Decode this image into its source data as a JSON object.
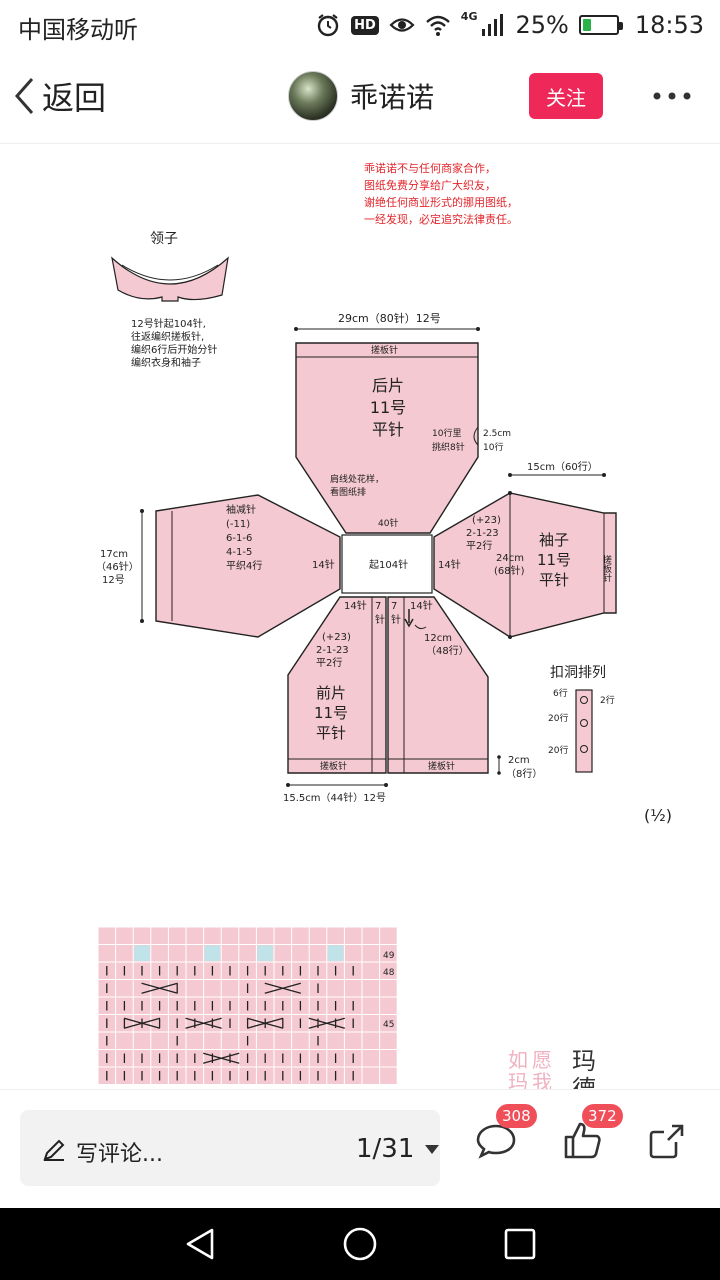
{
  "status_bar": {
    "carrier": "中国移动听",
    "hd_label": "HD",
    "network_label": "4G",
    "battery_level": 0.25,
    "battery_text": "25%",
    "time": "18:53",
    "icons": [
      "alarm-icon",
      "hd-icon",
      "eye-icon",
      "wifi-icon",
      "signal-icon",
      "battery-icon"
    ]
  },
  "nav": {
    "back_label": "返回",
    "author_name": "乖诺诺",
    "follow_label": "关注",
    "more_icon": "more-dots-icon"
  },
  "diagram": {
    "notice": [
      "乖诺诺不与任何商家合作，",
      "图纸免费分享给广大织友，",
      "谢绝任何商业形式的挪用图纸，",
      "一经发现，必定追究法律责任。"
    ],
    "collar_title": "领子",
    "collar_notes": [
      "12号针起104针,",
      "往返编织搓板针,",
      "编织6行后开始分针",
      "编织衣身和袖子"
    ],
    "back_width": "29cm（80针）12号",
    "back_band": "搓板针",
    "back_title": [
      "后片",
      "11号",
      "平针"
    ],
    "back_side_note": [
      "10行里",
      "挑织8针"
    ],
    "back_side_measure": [
      "2.5cm",
      "10行"
    ],
    "back_shoulder_note": [
      "肩线处花样，",
      "看图纸排"
    ],
    "back_bottom": "40针",
    "center_label": "起104针",
    "sleeve_top_width": "15cm（60行）",
    "left_sleeve_dec": [
      "袖减针",
      "(-11)",
      "6-1-6",
      "4-1-5",
      "平织4行"
    ],
    "left_sleeve_height": [
      "17cm",
      "（46针）",
      "12号"
    ],
    "joint_14": "14针",
    "right_sleeve_inc": [
      "(+23)",
      "2-1-23",
      "平2行"
    ],
    "right_sleeve_measure": [
      "24cm",
      "(68针)"
    ],
    "right_sleeve_title": [
      "袖子",
      "11号",
      "平针"
    ],
    "right_sleeve_band": "搓板针",
    "front_inc": [
      "(+23)",
      "2-1-23",
      "平2行"
    ],
    "front_title": [
      "前片",
      "11号",
      "平针"
    ],
    "front_placket_7": "7",
    "front_placket_needle": "针",
    "front_height": [
      "12cm",
      "（48行）"
    ],
    "front_band": "搓板针",
    "front_hem": [
      "2cm",
      "（8行）"
    ],
    "front_width": "15.5cm（44针）12号",
    "buttonhole_title": "扣洞排列",
    "buttonhole_rows": [
      "6行",
      "2行",
      "20行",
      "20行"
    ],
    "page_fraction": "(½)",
    "chart_rows": [
      "49",
      "48",
      "45"
    ],
    "watermark": [
      "如",
      "愿",
      "玛",
      "玛",
      "我",
      "德"
    ]
  },
  "bottom_bar": {
    "comment_placeholder": "写评论...",
    "page_indicator": "1/31",
    "comment_count": "308",
    "like_count": "372"
  }
}
